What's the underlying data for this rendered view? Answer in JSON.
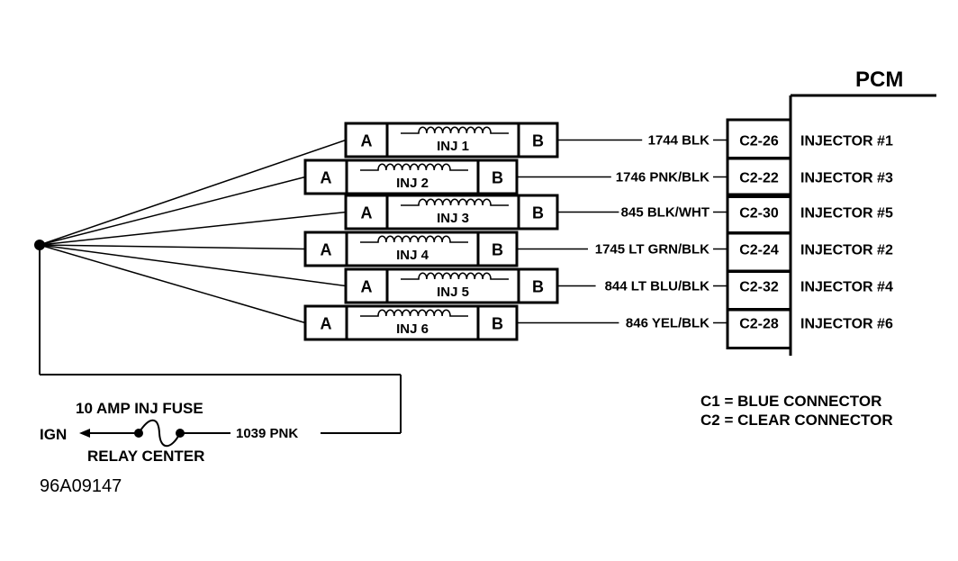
{
  "pcm_label": "PCM",
  "rows": [
    {
      "a": "A",
      "b": "B",
      "injector": "INJ 1",
      "wire": "1744 BLK",
      "pin": "C2-26",
      "pcm_label": "INJECTOR #1"
    },
    {
      "a": "A",
      "b": "B",
      "injector": "INJ 2",
      "wire": "1746 PNK/BLK",
      "pin": "C2-22",
      "pcm_label": "INJECTOR #3"
    },
    {
      "a": "A",
      "b": "B",
      "injector": "INJ 3",
      "wire": "845 BLK/WHT",
      "pin": "C2-30",
      "pcm_label": "INJECTOR #5"
    },
    {
      "a": "A",
      "b": "B",
      "injector": "INJ 4",
      "wire": "1745 LT GRN/BLK",
      "pin": "C2-24",
      "pcm_label": "INJECTOR #2"
    },
    {
      "a": "A",
      "b": "B",
      "injector": "INJ 5",
      "wire": "844 LT BLU/BLK",
      "pin": "C2-32",
      "pcm_label": "INJECTOR #4"
    },
    {
      "a": "A",
      "b": "B",
      "injector": "INJ 6",
      "wire": "846 YEL/BLK",
      "pin": "C2-28",
      "pcm_label": "INJECTOR #6"
    }
  ],
  "fuse_label": "10 AMP INJ FUSE",
  "ign_label": "IGN",
  "relay_label": "RELAY CENTER",
  "feed_wire": "1039 PNK",
  "legend": [
    "C1 = BLUE CONNECTOR",
    "C2 = CLEAR CONNECTOR"
  ],
  "figure_code": "96A09147"
}
